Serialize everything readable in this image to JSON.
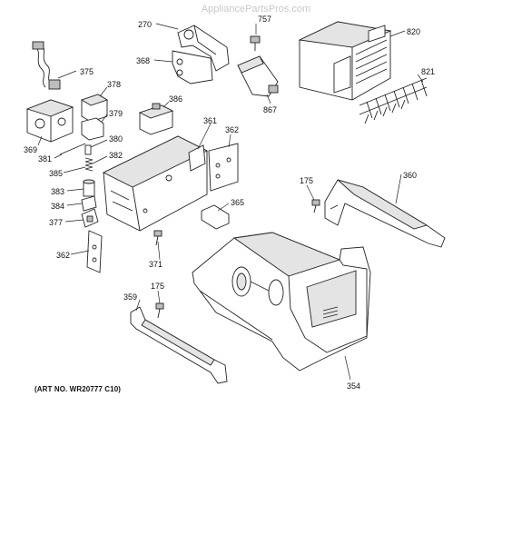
{
  "watermark": "AppliancePartsPros.com",
  "art_number": "(ART NO. WR20777 C10)",
  "callouts": {
    "p270": "270",
    "p757": "757",
    "p820": "820",
    "p368": "368",
    "p375": "375",
    "p821": "821",
    "p378": "378",
    "p386": "386",
    "p867": "867",
    "p379": "379",
    "p361": "361",
    "p369": "369",
    "p380": "380",
    "p362a": "362",
    "p381": "381",
    "p382": "382",
    "p385": "385",
    "p175a": "175",
    "p360": "360",
    "p383": "383",
    "p384": "384",
    "p365": "365",
    "p377": "377",
    "p371": "371",
    "p362b": "362",
    "p175b": "175",
    "p359": "359",
    "p354": "354"
  }
}
